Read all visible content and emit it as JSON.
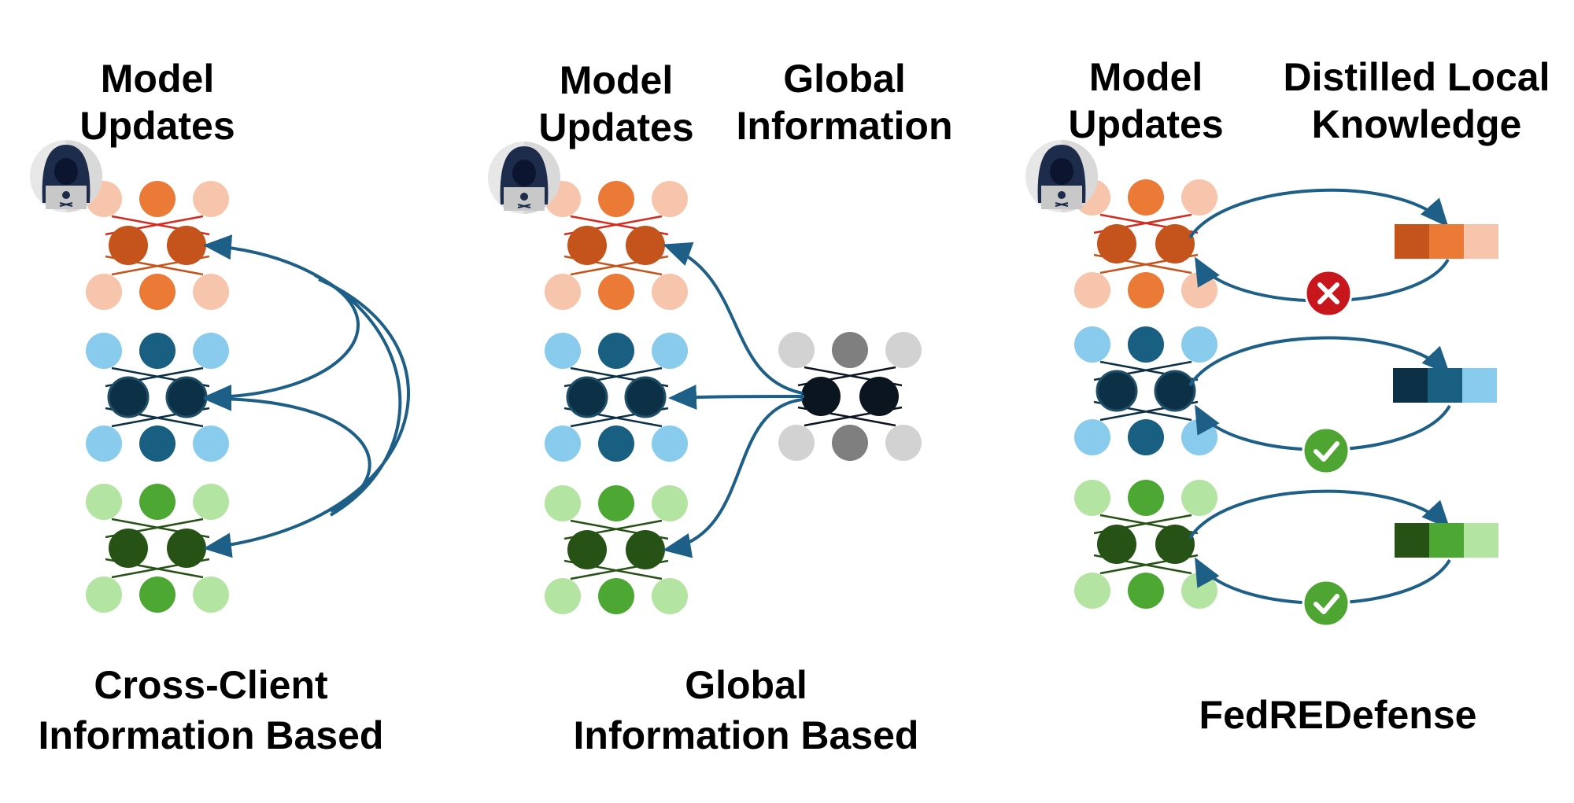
{
  "panels": [
    {
      "id": "cross-client",
      "headers": [
        "Model\nUpdates"
      ],
      "caption": [
        "Cross-Client",
        "Information Based"
      ]
    },
    {
      "id": "global",
      "headers": [
        "Model\nUpdates",
        "Global\nInformation"
      ],
      "caption": [
        "Global",
        "Information Based"
      ]
    },
    {
      "id": "fedredefense",
      "headers": [
        "Model\nUpdates",
        "Distilled Local\nKnowledge"
      ],
      "caption": [
        "FedREDefense"
      ]
    }
  ],
  "colors": {
    "orange": [
      "#f7c5ab",
      "#ec7a37",
      "#c5541c"
    ],
    "blue": [
      "#88cbed",
      "#195f82",
      "#0c3045"
    ],
    "green": [
      "#b4e4a2",
      "#4ca833",
      "#265216"
    ],
    "gray": [
      "#d2d2d2",
      "#7f7f7f",
      "#0b1520"
    ],
    "arrow": "#1d5f86",
    "reject": "#c8161d",
    "accept": "#4ea532",
    "orange_line_top": "#d42b1f"
  },
  "status_icons": [
    "reject-x-icon",
    "accept-check-icon",
    "accept-check-icon"
  ],
  "attacker_icon": "hacker-icon"
}
